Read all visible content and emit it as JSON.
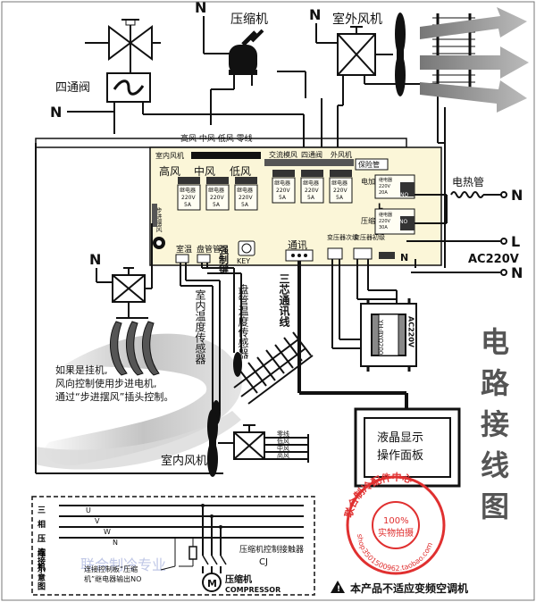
{
  "title_chars": [
    "电",
    "路",
    "接",
    "线",
    "图"
  ],
  "labels": {
    "n": "N",
    "l": "L",
    "ac220v": "AC220V",
    "compressor": "压缩机",
    "outdoor_fan": "室外风机",
    "four_way_valve": "四通阀",
    "electric_heater": "电热管",
    "indoor_fan": "室内风机",
    "indoor_temp_sensor": "室内温度传感器",
    "coil_temp_sensor": "盘管温度传感器",
    "three_core_comm": "三芯通讯线",
    "lcd_panel": "液晶显示操作面板",
    "swing_note": "如果是挂机,风向控制使用步进电机,通过“步进摆风”插头控制。",
    "bottom_note": "本产品不适应变频空调机"
  },
  "board": {
    "top_header": "高风 中风 低风 零线",
    "indoor_fan_label": "室内风机",
    "fan_speeds": [
      "高风",
      "中风",
      "低风"
    ],
    "relay_text": [
      "继电器",
      "220V",
      "5A"
    ],
    "outdoor_group": [
      "交流模风",
      "四通阀",
      "外风机"
    ],
    "fuse": "保险管",
    "heater_relay": [
      "继电器",
      "220V",
      "20A"
    ],
    "comp_relay": [
      "继电器",
      "220V",
      "30A"
    ],
    "side_heat": "电加热",
    "side_comp": "压缩机",
    "l_mark": "L",
    "no_mark": "NO",
    "stepper": "步进摆风",
    "room_temp": "室温",
    "coil_pipe": "盘管管",
    "force_key": "强制键",
    "key": "KEY",
    "comm": "通讯",
    "transformer_secondary": "变压器次级",
    "transformer_primary": "变压器初级"
  },
  "transformer": {
    "model": "YH-BYQ200",
    "voltage": "AC220V"
  },
  "fan_wires": [
    "零线",
    "低风",
    "中风",
    "高风"
  ],
  "legend": {
    "title_chars": [
      "三",
      "相",
      "压",
      "缩",
      "机",
      "连",
      "接",
      "示",
      "意",
      "图"
    ],
    "phases": [
      "U",
      "V",
      "W",
      "N"
    ],
    "contactor": "压缩机控制接触器",
    "cj": "CJ",
    "note": "连接控制板“压缩机”继电器输出NO",
    "motor": "M",
    "compressor_cn": "压缩机",
    "compressor_en": "COMPRESSOR"
  },
  "stamp": {
    "ring_text": "联合制冷配件中心",
    "center_top": "100%",
    "center_bottom": "实物拍摄",
    "url": "shop3501500962.taobao.com"
  },
  "watermark": "联合制冷专业"
}
